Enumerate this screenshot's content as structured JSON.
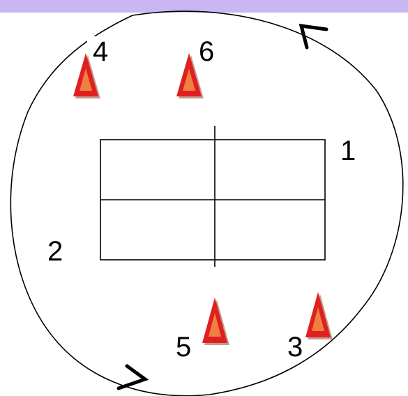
{
  "colors": {
    "band": "#c9b6f2",
    "line": "#000000",
    "cone_fill": "#e02020",
    "cone_inner": "#f08040",
    "cone_shadow": "#c49a8c"
  },
  "labels": {
    "position_1": "1",
    "position_2": "2",
    "position_3": "3",
    "position_4": "4",
    "position_5": "5",
    "position_6": "6"
  },
  "icons": {
    "cone": "cone-icon",
    "arrow_top": "chevron-left-icon",
    "arrow_bottom": "chevron-right-icon"
  }
}
